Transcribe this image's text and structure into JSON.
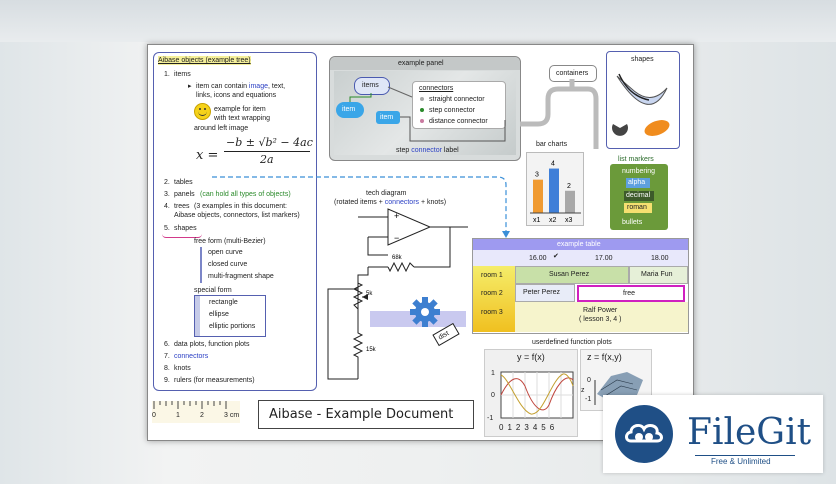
{
  "left_panel": {
    "title": "Aibase objects (example tree)",
    "items": [
      {
        "num": "1.",
        "label": "items"
      },
      {
        "num": "2.",
        "label": "tables"
      },
      {
        "num": "3.",
        "label": "panels",
        "note": "(can hold all types of objects)"
      },
      {
        "num": "4.",
        "label": "trees",
        "note": "(3 examples in this document:"
      },
      {
        "num": "5.",
        "label": "shapes"
      },
      {
        "num": "6.",
        "label": "data plots, function plots"
      },
      {
        "num": "7.",
        "label": "connectors"
      },
      {
        "num": "8.",
        "label": "knots"
      },
      {
        "num": "9.",
        "label": "rulers (for measurements)"
      }
    ],
    "item_text_1a": "item can contain ",
    "item_text_1b": "image",
    "item_text_1c": ", text,",
    "item_text_2": "links, icons and equations",
    "smiley_text_1": "example for item",
    "smiley_text_2": "with text wrapping",
    "smiley_text_3": "around left image",
    "equation_lhs": "x =",
    "equation_num": "−b ± √b² − 4ac",
    "equation_den": "2a",
    "trees_note_2": "Aibase objects, connectors, list markers)",
    "free_form_title": "free form (multi-Bezier)",
    "free_form_items": [
      "open curve",
      "closed curve",
      "multi-fragment shape"
    ],
    "special_form_title": "special form",
    "special_form_items": [
      "rectangle",
      "ellipse",
      "elliptic portions"
    ]
  },
  "example_panel": {
    "title": "example panel",
    "items_label": "items",
    "item_label_1": "item",
    "item_label_2": "item",
    "connectors_title": "connectors",
    "connectors": [
      "straight connector",
      "step connector",
      "distance connector"
    ],
    "step_label_a": "step ",
    "step_label_b": "connector",
    "step_label_c": " label"
  },
  "containers_label": "containers",
  "shapes_label": "shapes",
  "list_markers": {
    "title": "list markers",
    "items": [
      "numbering",
      "alpha",
      "decimal",
      "roman",
      "bullets"
    ]
  },
  "bar_charts": {
    "title": "bar charts",
    "values_text": [
      "3",
      "4",
      "2"
    ],
    "labels": [
      "x1",
      "x2",
      "x3"
    ]
  },
  "chart_data": {
    "type": "bar",
    "categories": [
      "x1",
      "x2",
      "x3"
    ],
    "values": [
      3,
      4,
      2
    ],
    "title": "bar charts",
    "colors": [
      "#f09a30",
      "#3f7fd8",
      "#a8a8a8"
    ]
  },
  "tech_diagram": {
    "title": "tech diagram",
    "subtitle_a": "(rotated items + ",
    "subtitle_b": "connectors",
    "subtitle_c": " + knots)",
    "plus": "+",
    "minus": "−",
    "r1": "68k",
    "r2": "5k",
    "r3": "15k",
    "dist": "dist"
  },
  "example_table": {
    "title": "example table",
    "times": [
      "16.00",
      "17.00",
      "18.00"
    ],
    "rooms": [
      "room 1",
      "room 2",
      "room 3"
    ],
    "susan": "Susan Perez",
    "maria": "Maria Fun",
    "peter": "Peter Perez",
    "free": "free",
    "ralf": "Ralf Power",
    "lessons": "( lesson 3, 4 )"
  },
  "function_plots": {
    "title": "userdefined function plots",
    "plot1_title": "y = f(x)",
    "plot2_title": "z = f(x,y)",
    "y_ticks": [
      "1",
      "0",
      "-1"
    ],
    "x_ticks": [
      "0",
      "1",
      "2",
      "3",
      "4",
      "5",
      "6"
    ],
    "z_ticks": [
      "0",
      "-1"
    ],
    "z_axis": "z"
  },
  "ruler": {
    "ticks": [
      "0",
      "1",
      "2",
      "3 cm"
    ]
  },
  "footer_title": "Aibase - Example Document",
  "watermark": {
    "brand": "FileGit",
    "tagline": "Free & Unlimited"
  }
}
